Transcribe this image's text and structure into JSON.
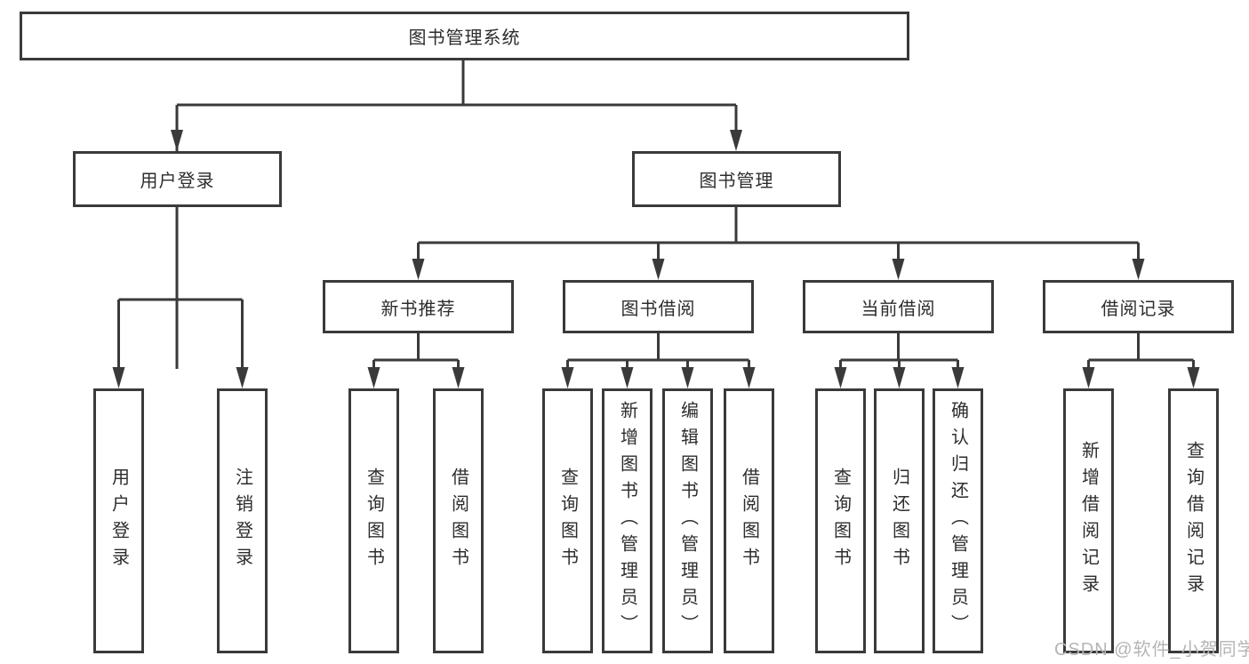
{
  "tree": {
    "label": "图书管理系统",
    "children": [
      {
        "label": "用户登录",
        "children": [
          {
            "label": "用户登录"
          },
          {
            "label": "注销登录"
          }
        ]
      },
      {
        "label": "图书管理",
        "children": [
          {
            "label": "新书推荐",
            "children": [
              {
                "label": "查询图书"
              },
              {
                "label": "借阅图书"
              }
            ]
          },
          {
            "label": "图书借阅",
            "children": [
              {
                "label": "查询图书"
              },
              {
                "label": "新增图书（管理员）"
              },
              {
                "label": "编辑图书（管理员）"
              },
              {
                "label": "借阅图书"
              }
            ]
          },
          {
            "label": "当前借阅",
            "children": [
              {
                "label": "查询图书"
              },
              {
                "label": "归还图书"
              },
              {
                "label": "确认归还（管理员）"
              }
            ]
          },
          {
            "label": "借阅记录",
            "children": [
              {
                "label": "新增借阅记录"
              },
              {
                "label": "查询借阅记录"
              }
            ]
          }
        ]
      }
    ]
  },
  "watermark": "CSDN @软件_小贺同学",
  "colors": {
    "line": "#3a3a3a",
    "text": "#2d2d2d",
    "background": "#ffffff",
    "watermark": "#b5b5b5"
  }
}
